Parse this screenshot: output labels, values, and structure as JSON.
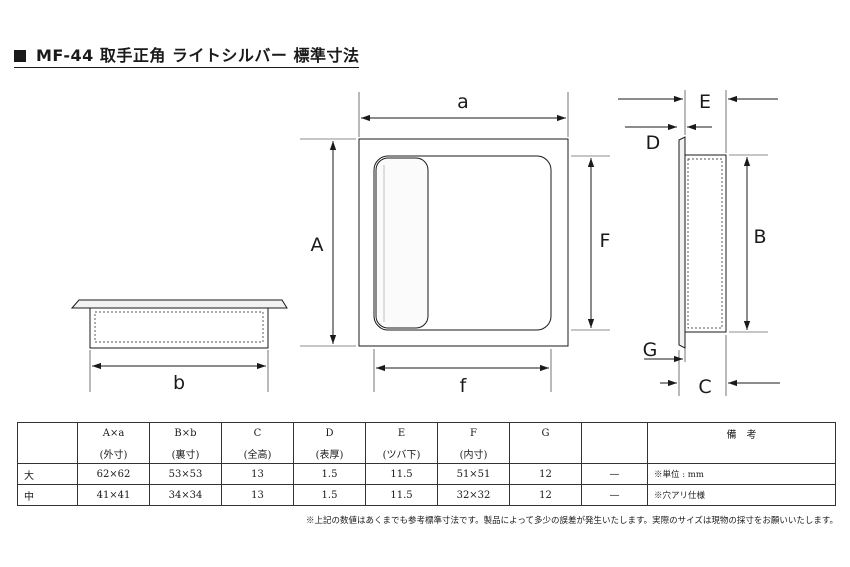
{
  "title": "MF-44 取手正角 ライトシルバー 標準寸法",
  "dimension_labels": {
    "a": "a",
    "A": "A",
    "b": "b",
    "f": "f",
    "F": "F",
    "E": "E",
    "D": "D",
    "B": "B",
    "G": "G",
    "C": "C"
  },
  "table": {
    "columns": [
      {
        "label": "A×a",
        "sub": "(外寸)"
      },
      {
        "label": "B×b",
        "sub": "(裏寸)"
      },
      {
        "label": "C",
        "sub": "(全高)"
      },
      {
        "label": "D",
        "sub": "(表厚)"
      },
      {
        "label": "E",
        "sub": "(ツバ下)"
      },
      {
        "label": "F",
        "sub": "(内寸)"
      },
      {
        "label": "G",
        "sub": ""
      },
      {
        "label": "",
        "sub": ""
      }
    ],
    "remarks_header": "備　考",
    "rows": [
      {
        "size": "大",
        "values": [
          "62×62",
          "53×53",
          "13",
          "1.5",
          "11.5",
          "51×51",
          "12",
          "—"
        ],
        "note": "※単位 : mm"
      },
      {
        "size": "中",
        "values": [
          "41×41",
          "34×34",
          "13",
          "1.5",
          "11.5",
          "32×32",
          "12",
          "—"
        ],
        "note": "※穴アリ仕様"
      }
    ]
  },
  "footnote": "※上記の数値はあくまでも参考標準寸法です。製品によって多少の誤差が発生いたします。実際のサイズは現物の採寸をお願いいたします。"
}
